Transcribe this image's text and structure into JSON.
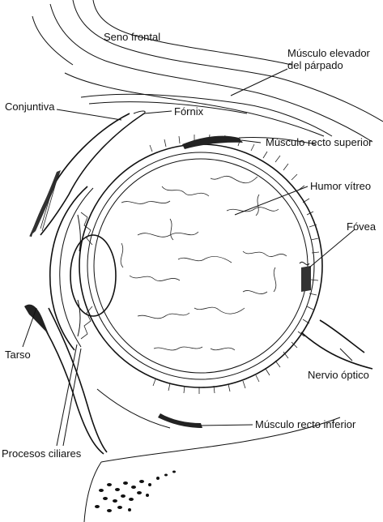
{
  "labels": {
    "seno_frontal": "Seno frontal",
    "musculo_elevador": "Músculo elevador\ndel párpado",
    "conjuntiva": "Conjuntiva",
    "fornix": "Fórnix",
    "recto_superior": "Músculo recto superior",
    "humor_vitreo": "Humor vítreo",
    "fovea": "Fóvea",
    "tarso": "Tarso",
    "nervio_optico": "Nervio óptico",
    "recto_inferior": "Músculo recto inferior",
    "procesos_ciliares": "Procesos ciliares"
  }
}
